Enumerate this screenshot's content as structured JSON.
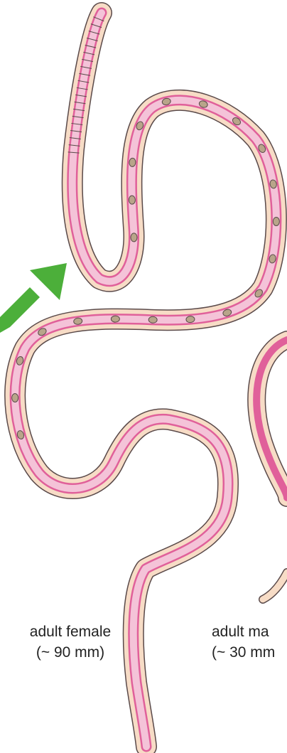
{
  "colors": {
    "cuticle": "#f7dcc6",
    "outline": "#5a4a4a",
    "intestine": "#e0609a",
    "uterus": "#f4c3d8",
    "egg": "#b8a58a",
    "arrow": "#4caf3a",
    "text": "#222222"
  },
  "labels": {
    "female": {
      "name": "adult female",
      "size": "(~ 90 mm)"
    },
    "male": {
      "name": "adult ma",
      "size": "(~ 30 mm"
    }
  },
  "icons": {
    "arrow": "green-arrow-icon",
    "female_worm": "female-worm-icon",
    "male_worm": "male-worm-icon"
  }
}
